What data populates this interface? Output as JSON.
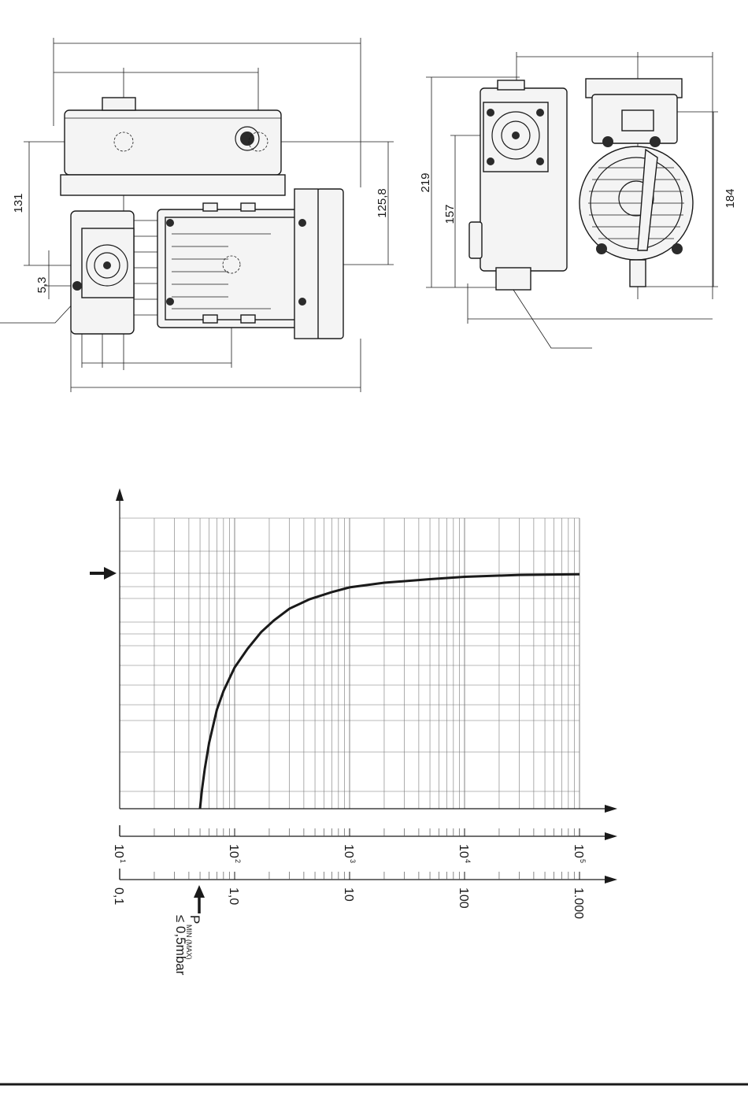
{
  "dimensions": {
    "side_view": {
      "d131": "131",
      "d125_8": "125,8",
      "d5_3": "5,3"
    },
    "front_view": {
      "d219": "219",
      "d157": "157",
      "d184": "184"
    }
  },
  "chart_data": {
    "type": "line",
    "x_scale": "log",
    "axes": [
      {
        "name": "axis-1",
        "tick_labels": [
          "10",
          "10",
          "10",
          "10",
          "10"
        ],
        "exponents": [
          "1",
          "2",
          "3",
          "4",
          "5"
        ],
        "range": [
          10,
          100000
        ]
      },
      {
        "name": "axis-2",
        "tick_labels": [
          "0,1",
          "1,0",
          "10",
          "100",
          "1.000"
        ],
        "range": [
          0.1,
          1000
        ]
      }
    ],
    "annotation": {
      "symbol": "P",
      "subscript": "MIN (MAX)",
      "value": "≤ 0,5mbar"
    },
    "curve": {
      "x": [
        50,
        52,
        55,
        60,
        70,
        80,
        100,
        130,
        170,
        220,
        300,
        450,
        700,
        1000,
        2000,
        5000,
        10000,
        30000,
        100000
      ],
      "y": [
        0,
        0.08,
        0.17,
        0.28,
        0.42,
        0.5,
        0.6,
        0.68,
        0.75,
        0.8,
        0.85,
        0.89,
        0.92,
        0.94,
        0.96,
        0.975,
        0.985,
        0.993,
        0.996
      ]
    },
    "ylim": [
      0,
      1
    ],
    "grid": true
  }
}
